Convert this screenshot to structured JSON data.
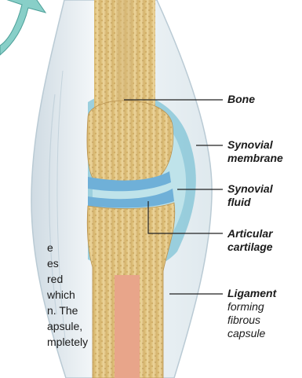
{
  "labels": {
    "bone": "Bone",
    "synovial_membrane": [
      "Synovial",
      "membrane"
    ],
    "synovial_fluid": [
      "Synovial",
      "fluid"
    ],
    "articular_cartilage": [
      "Articular",
      "cartilage"
    ],
    "ligament": "Ligament",
    "ligament_sub": [
      "forming",
      "fibrous",
      "capsule"
    ]
  },
  "body_text_fragments": [
    "e",
    "es",
    "red",
    "which",
    "n. The",
    "apsule,",
    "mpletely"
  ],
  "colors": {
    "arrow": "#88cfc8",
    "bone": "#e6c887",
    "marrow": "#e8a58a",
    "capsule": "#d7e6ec",
    "membrane": "#7fc3d6",
    "fluid": "#bfe3ea",
    "cartilage": "#6fb0d8",
    "leader": "#222222"
  }
}
